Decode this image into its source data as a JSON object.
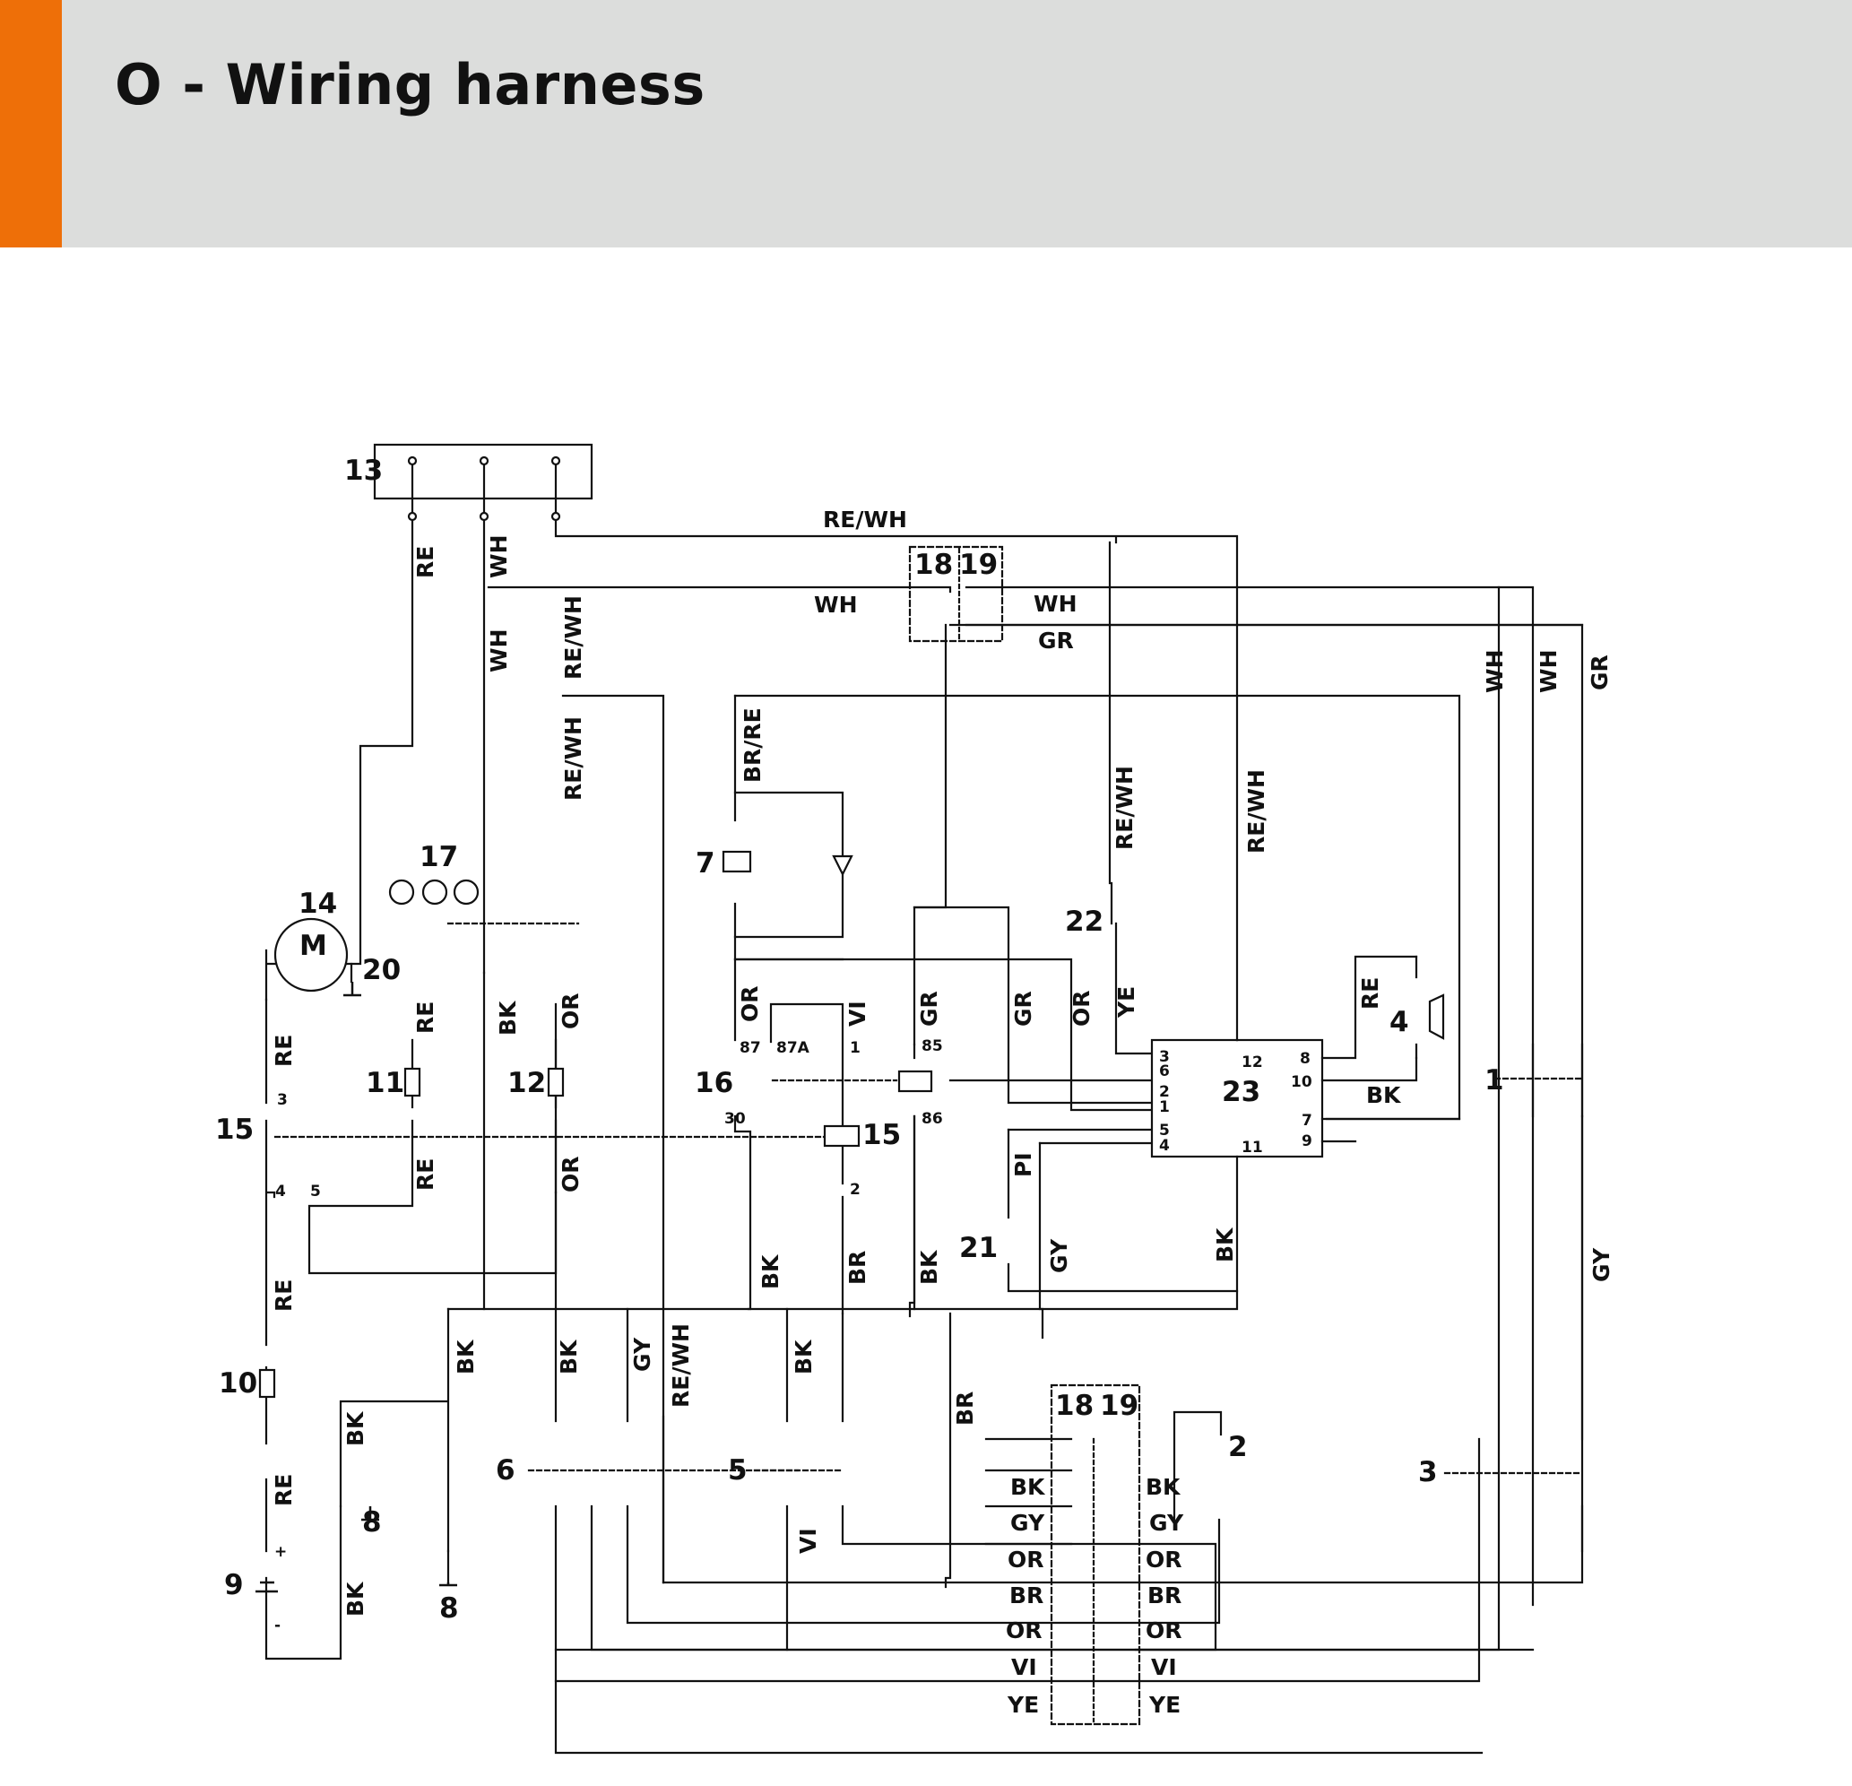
{
  "header": {
    "title": "O - Wiring harness",
    "accent_color": "#ee6f08",
    "background_color": "#dcdddc"
  },
  "components": {
    "c1": "1",
    "c2": "2",
    "c3": "3",
    "c4": "4",
    "c5": "5",
    "c6": "6",
    "c7": "7",
    "c8a": "8",
    "c8b": "8",
    "c9": "9",
    "c10": "10",
    "c11": "11",
    "c12": "12",
    "c13": "13",
    "c14": "14",
    "c15a": "15",
    "c15b": "15",
    "c16": "16",
    "c17": "17",
    "c18a": "18",
    "c19a": "19",
    "c18b": "18",
    "c19b": "19",
    "c20": "20",
    "c21": "21",
    "c22": "22",
    "c23": "23"
  },
  "motor_symbol": "M",
  "terminals": {
    "t87": "87",
    "t87a": "87A",
    "t1": "1",
    "t85": "85",
    "t30": "30",
    "t86": "86",
    "t2": "2",
    "s3": "3",
    "s4": "4",
    "s5": "5",
    "plus": "+",
    "minus": "-",
    "u3": "3",
    "u6": "6",
    "u2": "2",
    "u1": "1",
    "u5": "5",
    "u4": "4",
    "u12": "12",
    "u11": "11",
    "u8": "8",
    "u10": "10",
    "u7": "7",
    "u9": "9"
  },
  "wire_labels": {
    "rewh_top": "RE/WH",
    "wh_mid": "WH",
    "wh_right": "WH",
    "gr_right": "GR",
    "re_13": "RE",
    "wh_13a": "WH",
    "wh_13b": "WH",
    "rewh_13a": "RE/WH",
    "rewh_13b": "RE/WH",
    "wh_v1": "WH",
    "wh_v2": "WH",
    "gr_v1": "GR",
    "brre": "BR/RE",
    "rewh_22": "RE/WH",
    "rewh_23": "RE/WH",
    "re_11": "RE",
    "bk_17": "BK",
    "or_12": "OR",
    "re_14": "RE",
    "or_87": "OR",
    "vi_1": "VI",
    "gr_85": "GR",
    "gr_mid": "GR",
    "or_mid": "OR",
    "ye_22": "YE",
    "re_4": "RE",
    "bk_4": "BK",
    "re_5": "RE",
    "or_12b": "OR",
    "pi_21": "PI",
    "gy_21": "GY",
    "bk_23": "BK",
    "gy_3": "GY",
    "re_15": "RE",
    "bk_30": "BK",
    "br_2": "BR",
    "bk_86": "BK",
    "bk_a": "BK",
    "bk_b": "BK",
    "gy_a": "GY",
    "rewh_a": "RE/WH",
    "bk_c": "BK",
    "br_a": "BR",
    "bk_8": "BK",
    "re_9": "RE",
    "bk_9": "BK",
    "vi_5": "VI",
    "conn_left": [
      "BK",
      "GY",
      "OR",
      "BR",
      "OR",
      "VI",
      "YE"
    ],
    "conn_right": [
      "BK",
      "GY",
      "OR",
      "BR",
      "OR",
      "VI",
      "YE"
    ]
  }
}
